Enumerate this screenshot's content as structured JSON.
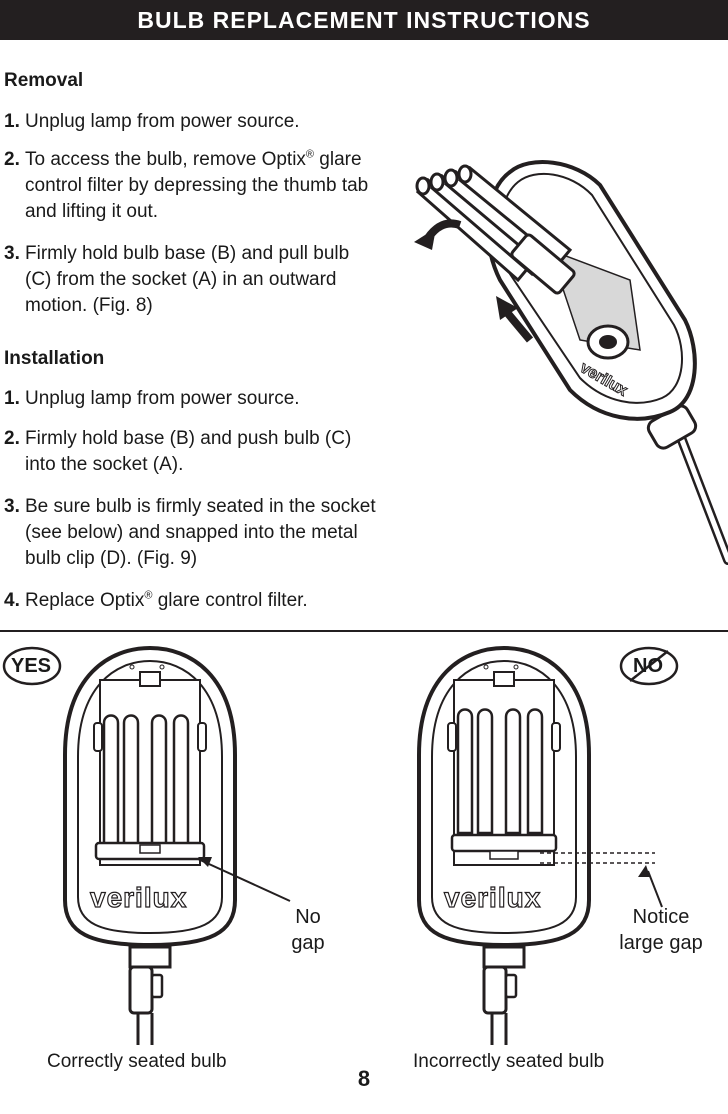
{
  "header": {
    "title": "BULB REPLACEMENT INSTRUCTIONS"
  },
  "removal": {
    "heading": "Removal",
    "steps": [
      {
        "num": "1.",
        "text": "Unplug lamp from power source."
      },
      {
        "num": "2.",
        "text_a": "To access the bulb, remove Optix",
        "reg": "®",
        "text_b": " glare control filter by depressing the thumb tab and lifting it out."
      },
      {
        "num": "3.",
        "text": "Firmly hold bulb base (B) and pull bulb (C) from the socket (A) in an outward motion. (Fig. 8)"
      }
    ]
  },
  "installation": {
    "heading": "Installation",
    "steps": [
      {
        "num": "1.",
        "text": "Unplug lamp from power source."
      },
      {
        "num": "2.",
        "text": "Firmly hold base (B) and push bulb (C) into the socket (A)."
      },
      {
        "num": "3.",
        "text": "Be sure bulb is firmly seated in the socket (see below) and snapped into the metal bulb clip (D). (Fig. 9)"
      },
      {
        "num": "4.",
        "text_a": "Replace Optix",
        "reg": "®",
        "text_b": " glare control filter."
      }
    ]
  },
  "comparison": {
    "yes_label": "YES",
    "no_label": "NO",
    "left_note": [
      "No",
      "gap"
    ],
    "right_note": [
      "Notice",
      "large gap"
    ],
    "left_caption": "Correctly seated bulb",
    "right_caption": "Incorrectly seated bulb",
    "brand": "verilux"
  },
  "page_number": "8"
}
